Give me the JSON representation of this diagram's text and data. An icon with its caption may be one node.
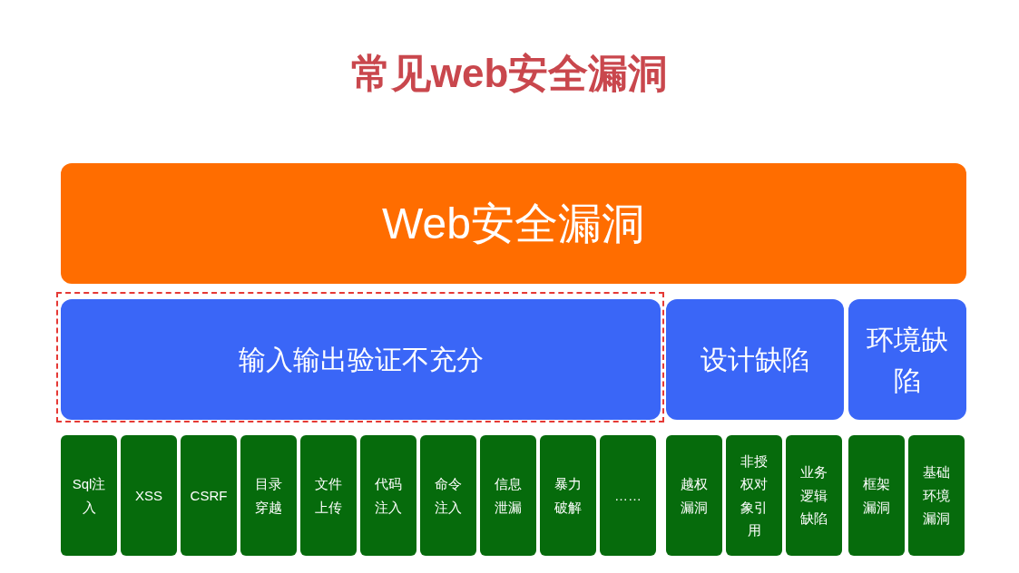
{
  "diagram": {
    "title": "常见web安全漏洞",
    "nodes": [
      {
        "text": [
          "Web安全漏洞"
        ]
      },
      {
        "text": [
          "输入输出验证不充分"
        ]
      },
      {
        "text": [
          "设计缺陷"
        ]
      },
      {
        "text": [
          "环境缺陷"
        ]
      },
      {
        "text": [
          "Sql注入"
        ]
      },
      {
        "text": [
          "XSS"
        ]
      },
      {
        "text": [
          "CSRF"
        ]
      },
      {
        "text": [
          "目录穿越"
        ]
      },
      {
        "text": [
          "文件上传"
        ]
      },
      {
        "text": [
          "代码注入"
        ]
      },
      {
        "text": [
          "命令注入"
        ]
      },
      {
        "text": [
          "信息泄漏"
        ]
      },
      {
        "text": [
          "暴力破解"
        ]
      },
      {
        "text": [
          "……"
        ]
      },
      {
        "text": [
          "越权漏洞"
        ]
      },
      {
        "text": [
          "非授权对象引用"
        ]
      },
      {
        "text": [
          "业务逻辑缺陷"
        ]
      },
      {
        "text": [
          "框架漏洞"
        ]
      },
      {
        "text": [
          "基础环境漏洞"
        ]
      }
    ]
  }
}
